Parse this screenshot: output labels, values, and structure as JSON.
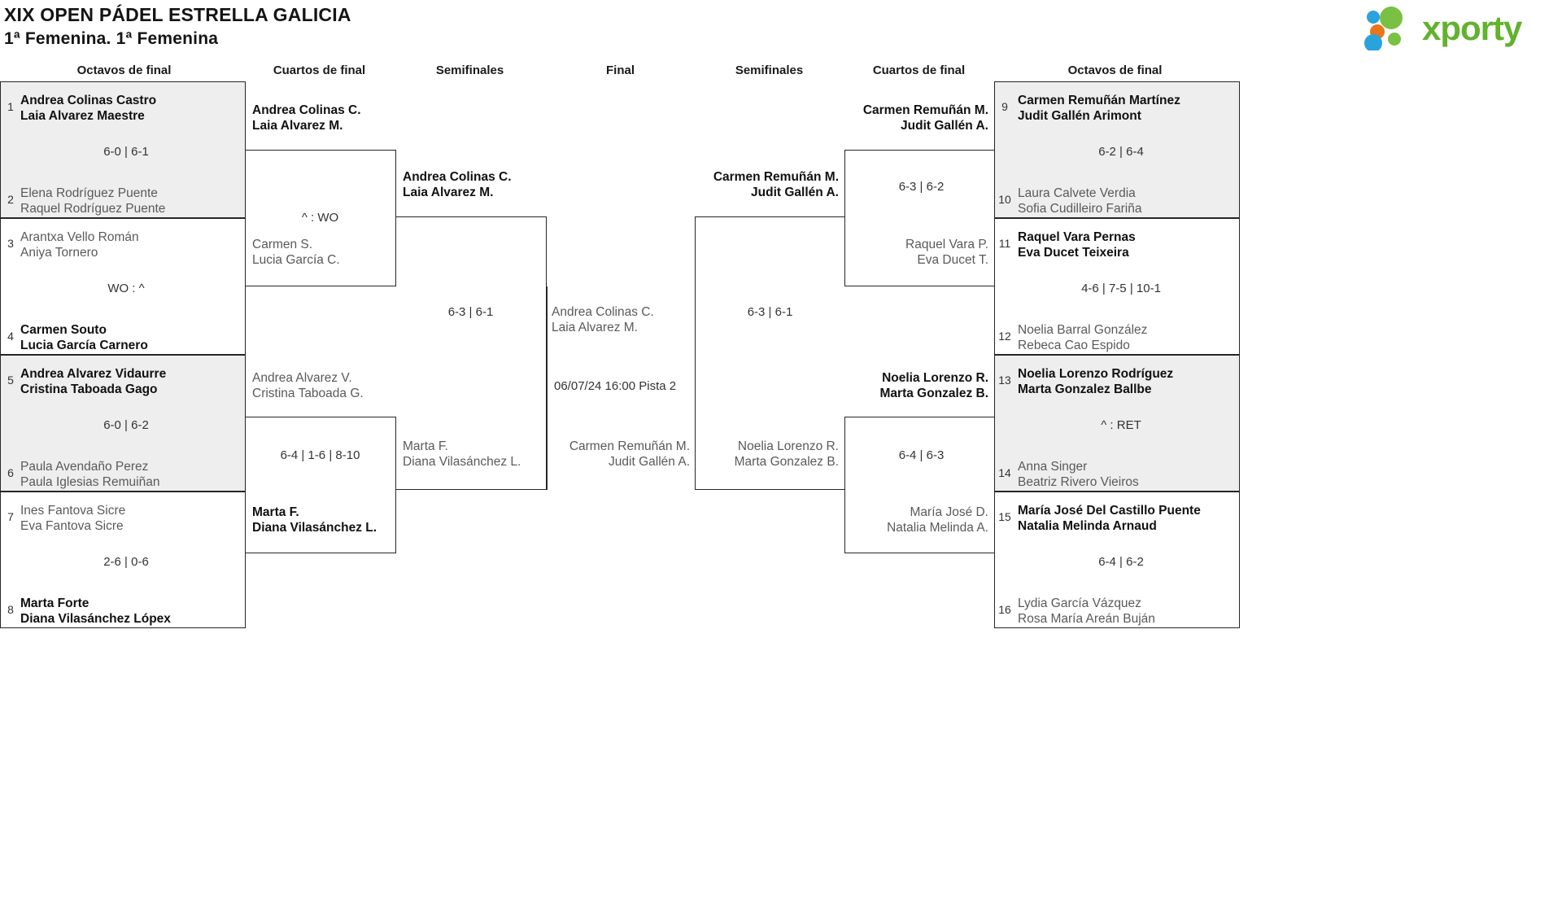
{
  "header": {
    "tournament_title": "XIX OPEN PÁDEL ESTRELLA GALICIA",
    "category": "1ª Femenina. 1ª Femenina",
    "logo_text": "xporty",
    "logo_colors": {
      "green": "#62b22e",
      "blue": "#29a3dc",
      "orange": "#e8761b"
    }
  },
  "round_labels": {
    "left_r16": "Octavos de final",
    "left_qf": "Cuartos de final",
    "left_sf": "Semifinales",
    "final": "Final",
    "right_sf": "Semifinales",
    "right_qf": "Cuartos de final",
    "right_r16": "Octavos de final"
  },
  "left_r16": [
    {
      "seed_top": "1",
      "seed_bottom": "2",
      "top": {
        "p1": "Andrea Colinas Castro",
        "p2": "Laia Alvarez Maestre",
        "winner": true
      },
      "bottom": {
        "p1": "Elena Rodríguez Puente",
        "p2": "Raquel Rodríguez Puente",
        "winner": false
      },
      "score": "6-0 | 6-1",
      "shaded": true
    },
    {
      "seed_top": "3",
      "seed_bottom": "4",
      "top": {
        "p1": "Arantxa Vello Román",
        "p2": "Aniya Tornero",
        "winner": false
      },
      "bottom": {
        "p1": "Carmen Souto",
        "p2": "Lucia García Carnero",
        "winner": true
      },
      "score": "WO : ^",
      "shaded": false
    },
    {
      "seed_top": "5",
      "seed_bottom": "6",
      "top": {
        "p1": "Andrea Alvarez Vidaurre",
        "p2": "Cristina Taboada Gago",
        "winner": true
      },
      "bottom": {
        "p1": "Paula Avendaño Perez",
        "p2": "Paula Iglesias Remuiñan",
        "winner": false
      },
      "score": "6-0 | 6-2",
      "shaded": true
    },
    {
      "seed_top": "7",
      "seed_bottom": "8",
      "top": {
        "p1": "Ines Fantova Sicre",
        "p2": "Eva Fantova Sicre",
        "winner": false
      },
      "bottom": {
        "p1": "Marta Forte",
        "p2": "Diana Vilasánchez Lópex",
        "winner": true
      },
      "score": "2-6 | 0-6",
      "shaded": false
    }
  ],
  "left_qf": [
    {
      "top": {
        "p1": "Andrea Colinas C.",
        "p2": "Laia Alvarez M.",
        "winner": true
      },
      "bottom": {
        "p1": "Carmen S.",
        "p2": "Lucia García C.",
        "winner": false
      },
      "score": "^ : WO"
    },
    {
      "top": {
        "p1": "Andrea Alvarez V.",
        "p2": "Cristina Taboada G.",
        "winner": false
      },
      "bottom": {
        "p1": "Marta F.",
        "p2": "Diana Vilasánchez L.",
        "winner": true
      },
      "score": "6-4 | 1-6 | 8-10"
    }
  ],
  "left_sf": [
    {
      "top": {
        "p1": "Andrea Colinas C.",
        "p2": "Laia Alvarez M.",
        "winner": true
      },
      "bottom": {
        "p1": "Marta F.",
        "p2": "Diana Vilasánchez L.",
        "winner": false
      },
      "score": "6-3 | 6-1"
    }
  ],
  "final": {
    "top": {
      "p1": "Andrea Colinas C.",
      "p2": "Laia Alvarez M.",
      "winner": false
    },
    "bottom": {
      "p1": "Carmen Remuñán M.",
      "p2": "Judit Gallén A.",
      "winner": false
    },
    "schedule": "06/07/24 16:00 Pista 2"
  },
  "right_sf": [
    {
      "top": {
        "p1": "Carmen Remuñán M.",
        "p2": "Judit Gallén A.",
        "winner": true
      },
      "bottom": {
        "p1": "Noelia Lorenzo R.",
        "p2": "Marta Gonzalez B.",
        "winner": false
      },
      "score": "6-3 | 6-1"
    }
  ],
  "right_qf": [
    {
      "top": {
        "p1": "Carmen Remuñán M.",
        "p2": "Judit Gallén A.",
        "winner": true
      },
      "bottom": {
        "p1": "Raquel Vara P.",
        "p2": "Eva Ducet T.",
        "winner": false
      },
      "score": "6-3 | 6-2"
    },
    {
      "top": {
        "p1": "Noelia Lorenzo R.",
        "p2": "Marta Gonzalez B.",
        "winner": true
      },
      "bottom": {
        "p1": "María José D.",
        "p2": "Natalia Melinda A.",
        "winner": false
      },
      "score": "6-4 | 6-3"
    }
  ],
  "right_r16": [
    {
      "seed_top": "9",
      "seed_bottom": "10",
      "top": {
        "p1": "Carmen Remuñán Martínez",
        "p2": "Judit Gallén Arimont",
        "winner": true
      },
      "bottom": {
        "p1": "Laura Calvete Verdia",
        "p2": "Sofia Cudilleiro Fariña",
        "winner": false
      },
      "score": "6-2 | 6-4",
      "shaded": true
    },
    {
      "seed_top": "11",
      "seed_bottom": "12",
      "top": {
        "p1": "Raquel Vara Pernas",
        "p2": "Eva Ducet Teixeira",
        "winner": true
      },
      "bottom": {
        "p1": "Noelia Barral González",
        "p2": "Rebeca Cao Espido",
        "winner": false
      },
      "score": "4-6 | 7-5 | 10-1",
      "shaded": false
    },
    {
      "seed_top": "13",
      "seed_bottom": "14",
      "top": {
        "p1": "Noelia Lorenzo Rodríguez",
        "p2": "Marta Gonzalez Ballbe",
        "winner": true
      },
      "bottom": {
        "p1": "Anna Singer",
        "p2": "Beatriz Rivero Vieiros",
        "winner": false
      },
      "score": "^ : RET",
      "shaded": true
    },
    {
      "seed_top": "15",
      "seed_bottom": "16",
      "top": {
        "p1": "María José Del Castillo Puente",
        "p2": "Natalia Melinda Arnaud",
        "winner": true
      },
      "bottom": {
        "p1": "Lydia García Vázquez",
        "p2": "Rosa María Areán Buján",
        "winner": false
      },
      "score": "6-4 | 6-2",
      "shaded": false
    }
  ]
}
